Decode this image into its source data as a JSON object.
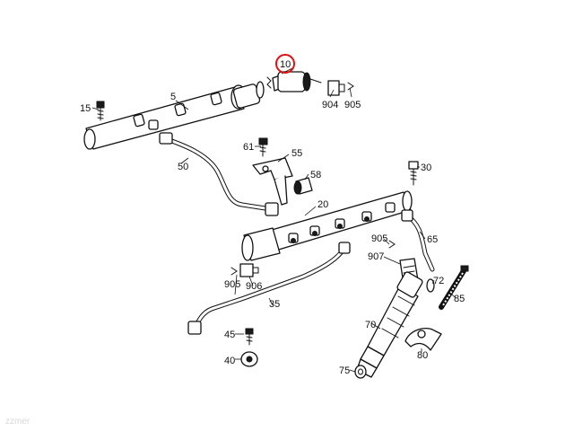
{
  "diagram": {
    "highlighted_part": "10",
    "highlight_color": "#dd1111",
    "watermark": "zzmer",
    "labels": {
      "p5": "5",
      "p10": "10",
      "p15": "15",
      "p20": "20",
      "p30": "30",
      "p35": "35",
      "p40": "40",
      "p45": "45",
      "p50": "50",
      "p55": "55",
      "p58": "58",
      "p61": "61",
      "p65": "65",
      "p70": "70",
      "p72": "72",
      "p75": "75",
      "p80": "80",
      "p85": "85",
      "p904": "904",
      "p905a": "905",
      "p905b": "905",
      "p905c": "905",
      "p906": "906",
      "p907": "907"
    }
  }
}
